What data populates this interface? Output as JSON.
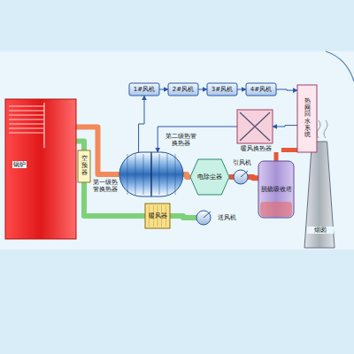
{
  "diagram": {
    "nodes": [
      {
        "text": [
          "锅炉"
        ]
      },
      {
        "text": [
          "空预器"
        ]
      },
      {
        "text": [
          "1#风机"
        ]
      },
      {
        "text": [
          "2#风机"
        ]
      },
      {
        "text": [
          "3#风机"
        ]
      },
      {
        "text": [
          "4#风机"
        ]
      },
      {
        "text": [
          "第二级热管换热器",
          "第一级热管换热器"
        ]
      },
      {
        "text": [
          "电除尘器"
        ]
      },
      {
        "text": [
          "引风机"
        ]
      },
      {
        "text": [
          "脱硫吸收塔"
        ]
      },
      {
        "text": [
          "烟囱"
        ]
      },
      {
        "text": [
          "暖风器"
        ]
      },
      {
        "text": [
          "送风机"
        ]
      },
      {
        "text": [
          "暖风换热器"
        ]
      },
      {
        "text": [
          "热网回水系统"
        ]
      }
    ],
    "edges": [
      {
        "from": 0,
        "to": 6,
        "arrow": "none"
      },
      {
        "from": 6,
        "to": 7,
        "arrow": "none"
      },
      {
        "from": 7,
        "to": 8,
        "arrow": "none"
      },
      {
        "from": 8,
        "to": 9,
        "arrow": "none"
      },
      {
        "from": 9,
        "to": 10,
        "arrow": "none"
      },
      {
        "from": 12,
        "to": 11,
        "arrow": "none"
      },
      {
        "from": 11,
        "to": 1,
        "arrow": "none"
      },
      {
        "from": 1,
        "to": 0,
        "arrow": "none"
      },
      {
        "from": 2,
        "to": 3,
        "arrow": "to"
      },
      {
        "from": 3,
        "to": 4,
        "arrow": "to"
      },
      {
        "from": 4,
        "to": 5,
        "arrow": "to"
      },
      {
        "from": 5,
        "to": 14,
        "arrow": "to"
      },
      {
        "from": 14,
        "to": 13,
        "arrow": "to"
      },
      {
        "from": 13,
        "to": 6,
        "arrow": "to"
      },
      {
        "from": 6,
        "to": 2,
        "arrow": "to"
      }
    ]
  }
}
